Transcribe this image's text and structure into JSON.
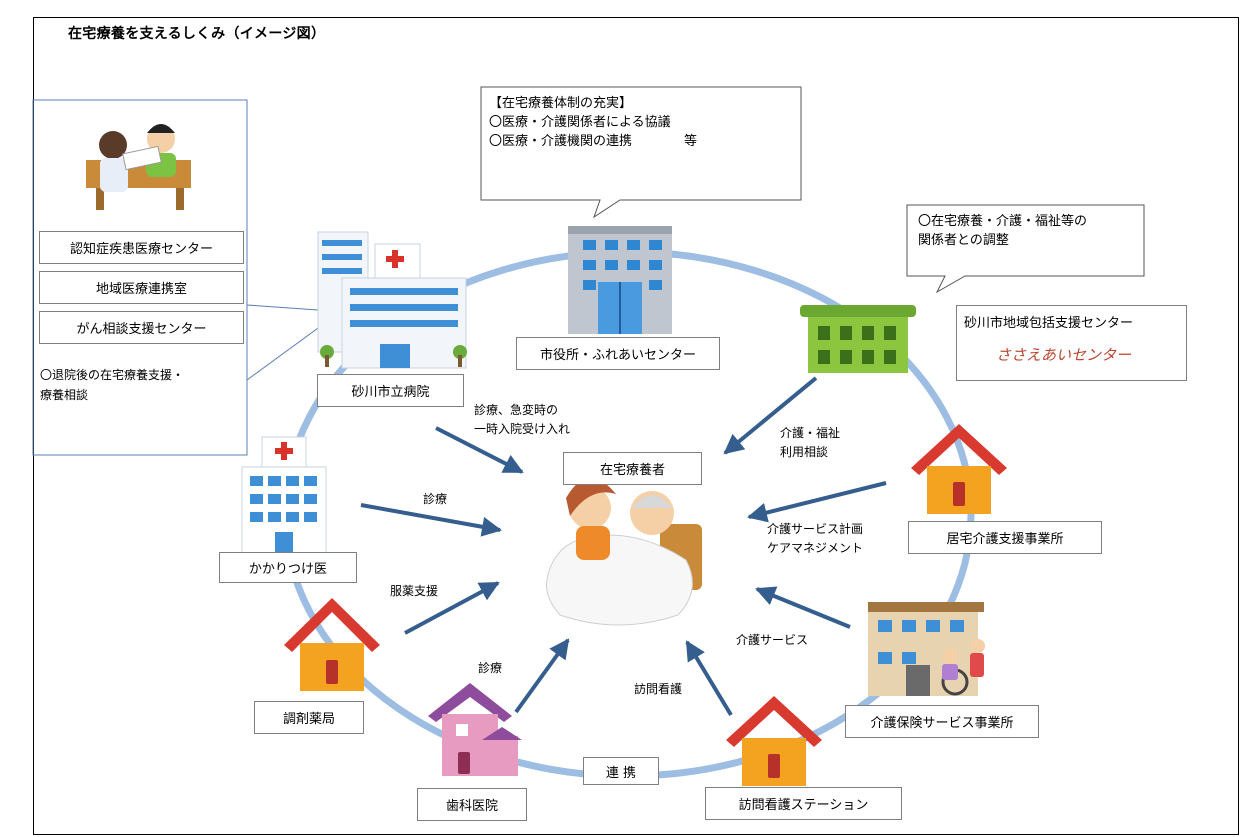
{
  "title": "在宅療養を支えるしくみ（イメージ図）",
  "center": {
    "label": "在宅療養者"
  },
  "ring_label": "連 携",
  "callout_top": {
    "heading": "【在宅療養体制の充実】",
    "line1": "〇医療・介護関係者による協議",
    "line2": "〇医療・介護機関の連携　　　　等"
  },
  "callout_right": {
    "line1": "〇在宅療養・介護・福祉等の",
    "line2": "関係者との調整"
  },
  "hospital_panel": {
    "items": [
      "認知症疾患医療センター",
      "地域医療連携室",
      "がん相談支援センター"
    ],
    "note_line1": "〇退院後の在宅療養支援・",
    "note_line2": "療養相談"
  },
  "nodes": {
    "city_office": "市役所・ふれあいセンター",
    "hospital": "砂川市立病院",
    "family_doctor": "かかりつけ医",
    "pharmacy": "調剤薬局",
    "dental": "歯科医院",
    "nursing_station": "訪問看護ステーション",
    "care_service": "介護保険サービス事業所",
    "care_support": "居宅介護支援事業所",
    "comprehensive_center": "砂川市地域包括支援センター",
    "center_logo": "ささえあいセンター"
  },
  "arrows": {
    "hospital": [
      "診療、急変時の",
      "一時入院受け入れ"
    ],
    "family_doctor": "診療",
    "pharmacy": "服薬支援",
    "dental": "診療",
    "nursing_station": "訪問看護",
    "care_service": "介護サービス",
    "care_support": [
      "介護サービス計画",
      "ケアマネジメント"
    ],
    "comprehensive_center": [
      "介護・福祉",
      "利用相談"
    ]
  },
  "colors": {
    "ring": "#9dbde3",
    "arrow": "#355e8e",
    "house_roof": "#d93a2f",
    "house_body": "#f3a320",
    "dental_body": "#e79bc0",
    "green_building": "#8cc63f"
  }
}
